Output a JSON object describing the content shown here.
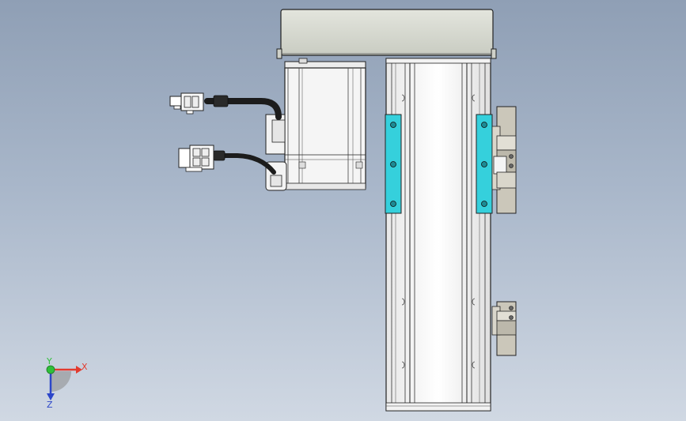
{
  "viewport": {
    "background_top": "#8f9fb5",
    "background_bottom": "#d0d8e3"
  },
  "model": {
    "housing_color": "#d5d8d0",
    "body_color": "#f4f4f4",
    "rail_color": "#ffffff",
    "slider_block_color": "#35d0dc",
    "bracket_color": "#c9c5b8",
    "cable_color": "#1c1c1c",
    "outline_color": "#222222"
  },
  "triad": {
    "x_label": "X",
    "y_label": "Y",
    "z_label": "Z",
    "x_color": "#e23b2e",
    "y_color": "#2fbf3a",
    "z_color": "#2c46c9"
  }
}
